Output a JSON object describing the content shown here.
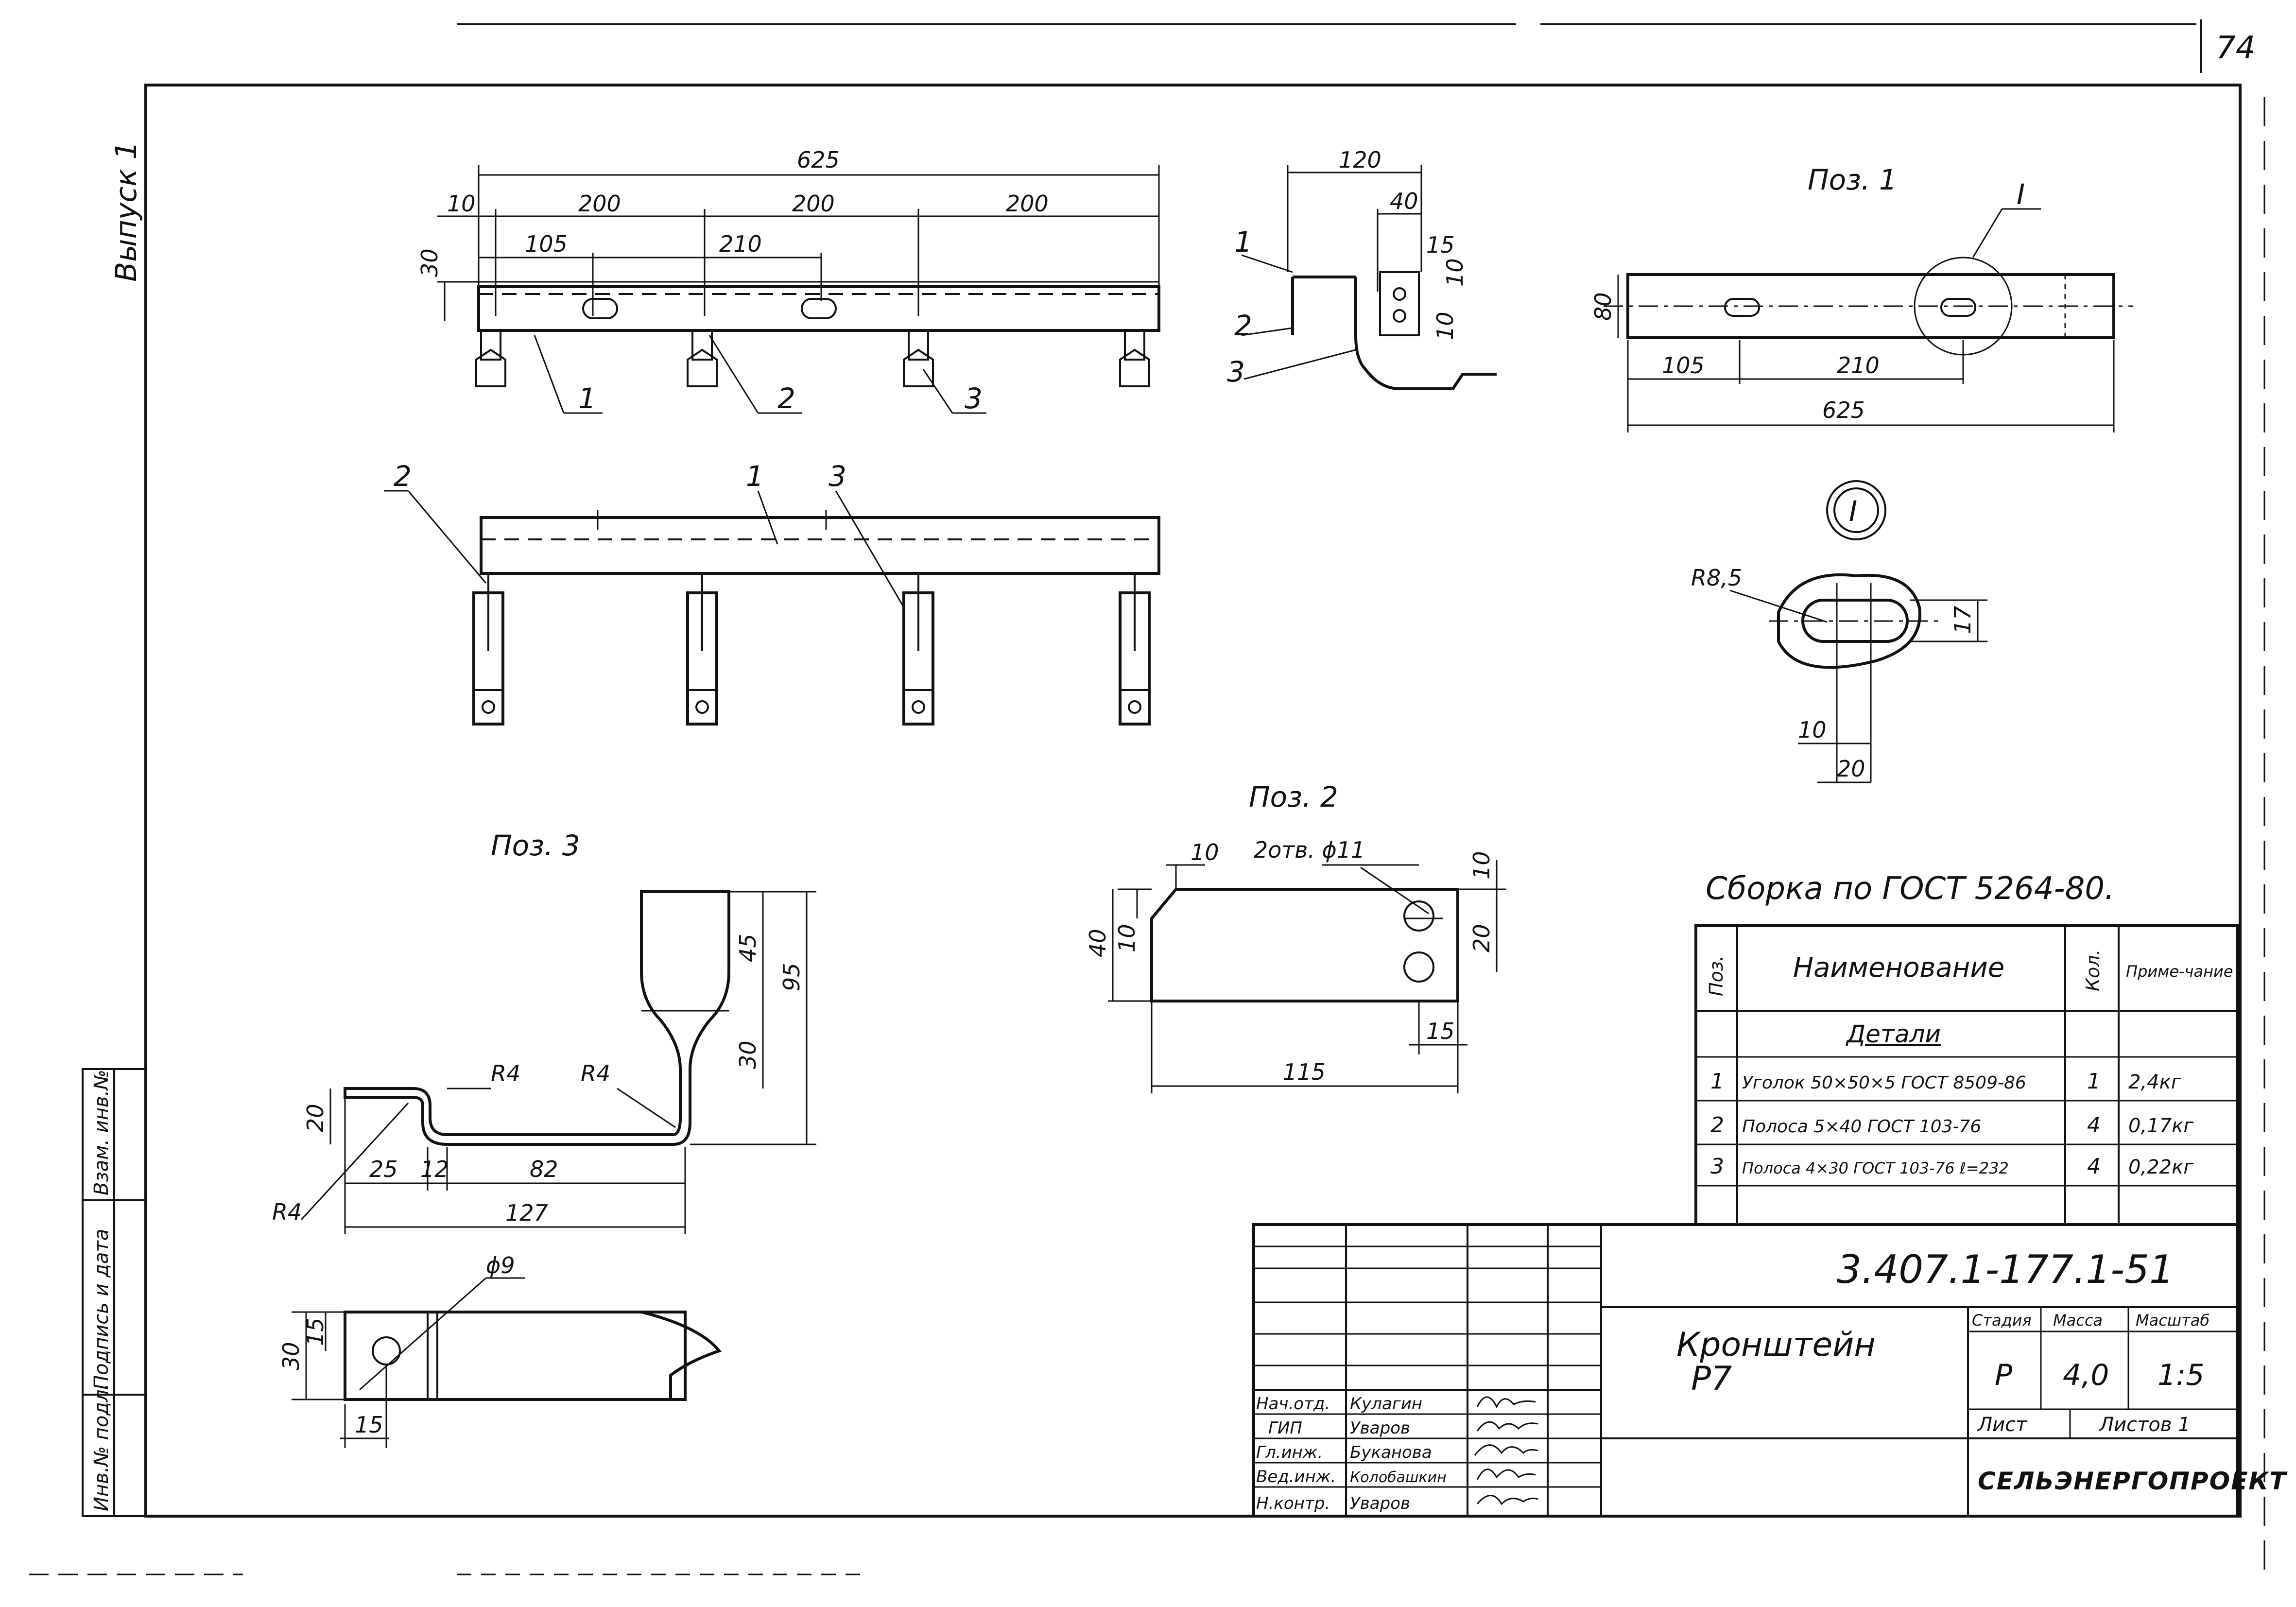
{
  "page_number": "74",
  "side_label": "Выпуск 1",
  "left_stamp": [
    "Инв.№ подл.",
    "Подпись и дата",
    "Взам. инв.№"
  ],
  "assembly": {
    "dims": {
      "overall": "625",
      "left": "10",
      "seg1": "200",
      "seg2": "200",
      "seg3": "200",
      "hole1": "105",
      "pitch": "210",
      "height": "30"
    },
    "callouts": [
      "1",
      "2",
      "3"
    ]
  },
  "side_view": {
    "dims": {
      "width": "120",
      "d40": "40",
      "d15": "15",
      "d10a": "10",
      "d10b": "10"
    },
    "callouts": [
      "1",
      "2",
      "3"
    ]
  },
  "pos1": {
    "title": "Поз. 1",
    "section_mark": "I",
    "dims": {
      "height": "80",
      "hole1": "105",
      "pitch": "210",
      "length": "625"
    }
  },
  "detail_I": {
    "mark": "I",
    "radius": "R8,5",
    "d17": "17",
    "d10": "10",
    "d20": "20"
  },
  "pos3": {
    "title": "Поз. 3",
    "dims": {
      "r1": "R4",
      "r2": "R4",
      "r3": "R4",
      "d45": "45",
      "d95": "95",
      "d30": "30",
      "d20": "20",
      "d25": "25",
      "d12": "12",
      "d82": "82",
      "d127": "127",
      "dia": "ϕ9",
      "h30": "30",
      "h15": "15",
      "w15": "15"
    }
  },
  "pos2": {
    "title": "Поз. 2",
    "holes": "2отв. ϕ11",
    "dims": {
      "d10a": "10",
      "d10b": "10",
      "d40": "40",
      "d10c": "10",
      "d20": "20",
      "d15": "15",
      "d115": "115"
    }
  },
  "bom": {
    "title": "Сборка по ГОСТ 5264-80.",
    "headers": {
      "pos": "Поз.",
      "name": "Наименование",
      "qty": "Кол.",
      "note": "Приме-чание"
    },
    "section": "Детали",
    "rows": [
      {
        "pos": "1",
        "name": "Уголок 50×50×5 ГОСТ 8509-86",
        "qty": "1",
        "note": "2,4кг"
      },
      {
        "pos": "2",
        "name": "Полоса 5×40 ГОСТ 103-76",
        "qty": "4",
        "note": "0,17кг"
      },
      {
        "pos": "3",
        "name": "Полоса 4×30 ГОСТ 103-76 ℓ=232",
        "qty": "4",
        "note": "0,22кг"
      }
    ]
  },
  "title_block": {
    "code": "3.407.1-177.1-51",
    "name_line1": "Кронштейн",
    "name_line2": "Р7",
    "col_stage": "Стадия",
    "col_mass": "Масса",
    "col_scale": "Масштаб",
    "stage": "Р",
    "mass": "4,0",
    "scale": "1:5",
    "sheet": "Лист",
    "sheets": "Листов 1",
    "org": "СЕЛЬЭНЕРГОПРОЕКТ",
    "signers": [
      {
        "role": "Нач.отд.",
        "name": "Кулагин"
      },
      {
        "role": "ГИП",
        "name": "Уваров"
      },
      {
        "role": "Гл.инж.",
        "name": "Буканова"
      },
      {
        "role": "Вед.инж.",
        "name": "Колобашкин"
      },
      {
        "role": "Н.контр.",
        "name": "Уваров"
      }
    ]
  }
}
